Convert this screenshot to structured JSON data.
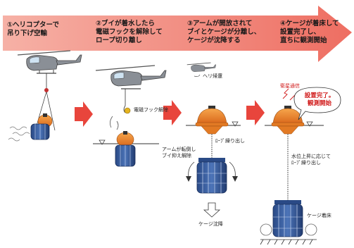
{
  "colors": {
    "banner": "#f08080",
    "step_arrow": "#e8453c",
    "buoy_orange": "#f08a22",
    "cage_blue": "#2e4f8f",
    "helicopter_gray": "#8a8f96",
    "text_red": "#d01818"
  },
  "steps": [
    {
      "label_line1": "①ヘリコプターで",
      "label_line2": "吊り下げ空輸"
    },
    {
      "label_line1": "②ブイが着水したら",
      "label_line2": "電磁フックを解除して",
      "label_line3": "ロープ切り離し"
    },
    {
      "label_line1": "③アームが開放されて",
      "label_line2": "ブイとケージが分離し、",
      "label_line3": "ケージが沈降する"
    },
    {
      "label_line1": "④ケージが着床して",
      "label_line2": "設置完了し、",
      "label_line3": "直ちに観測開始"
    }
  ],
  "annotations": {
    "hook_release": "電磁フック解除",
    "heli_leaves": "ヘリ帰還",
    "arm_open_line1": "アームが転倒し",
    "arm_open_line2": "ブイ抑え解除",
    "rope_out_1": "ﾛｰﾌﾟ繰り出し",
    "cage_sinks": "ケージ沈降",
    "rope_out_2_line1": "水位上昇に応じて",
    "rope_out_2_line2": "ﾛｰﾌﾟ繰り出し",
    "cage_landed": "ケージ着床",
    "satellite_comm": "衛星通信",
    "bubble_line1": "設置完了。",
    "bubble_line2": "観測開始"
  },
  "icons": [
    "helicopter-icon",
    "buoy-icon",
    "cage-icon",
    "hook-icon",
    "waves-icon",
    "right-arrow-icon",
    "down-arrow-icon",
    "antenna-signal-icon",
    "water-level-icon",
    "seabed-icon"
  ]
}
